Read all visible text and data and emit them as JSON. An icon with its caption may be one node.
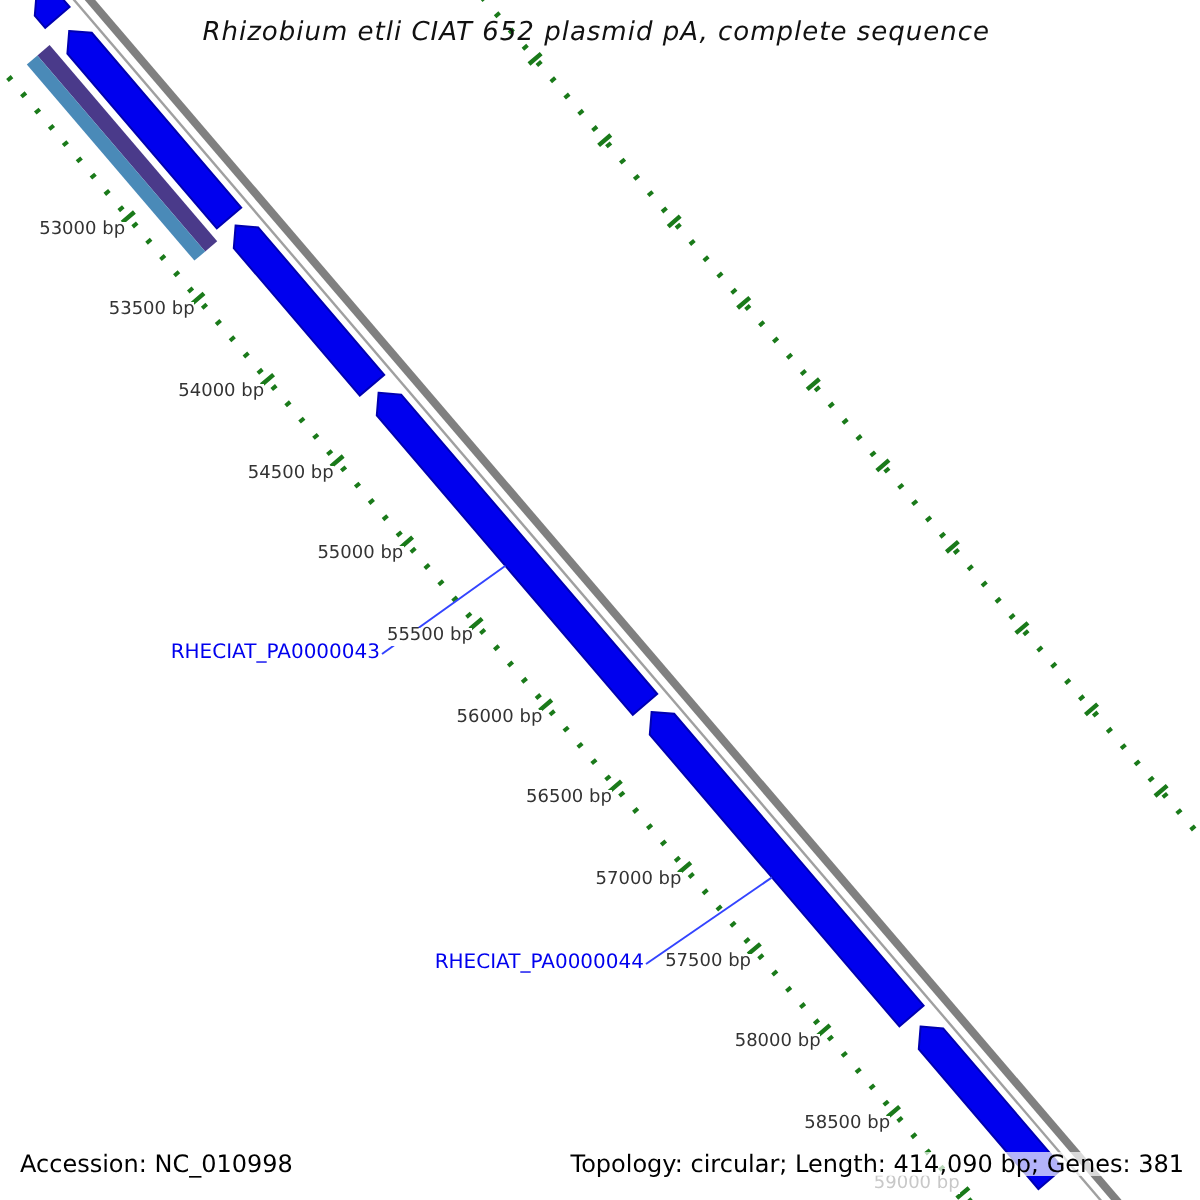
{
  "diagram": {
    "title": "Rhizobium etli CIAT 652 plasmid pA, complete sequence",
    "nodes": [
      {
        "text": [
          "RHECIAT_PA0000043"
        ]
      },
      {
        "text": [],
        "shape": "arrow"
      },
      {
        "text": [
          "RHECIAT_PA0000044"
        ]
      },
      {
        "text": [],
        "shape": "arrow"
      }
    ],
    "edges": [
      {
        "from": 0,
        "to": 1,
        "arrow": "none"
      },
      {
        "from": 2,
        "to": 3,
        "arrow": "none"
      }
    ],
    "labels": [
      "53000 bp",
      "53500 bp",
      "54000 bp",
      "54500 bp",
      "55000 bp",
      "55500 bp",
      "56000 bp",
      "56500 bp",
      "57000 bp",
      "57500 bp",
      "58000 bp",
      "58500 bp",
      "59000 bp",
      "Accession: NC_010998",
      "Topology: circular; Length: 414,090 bp; Genes: 381"
    ]
  }
}
